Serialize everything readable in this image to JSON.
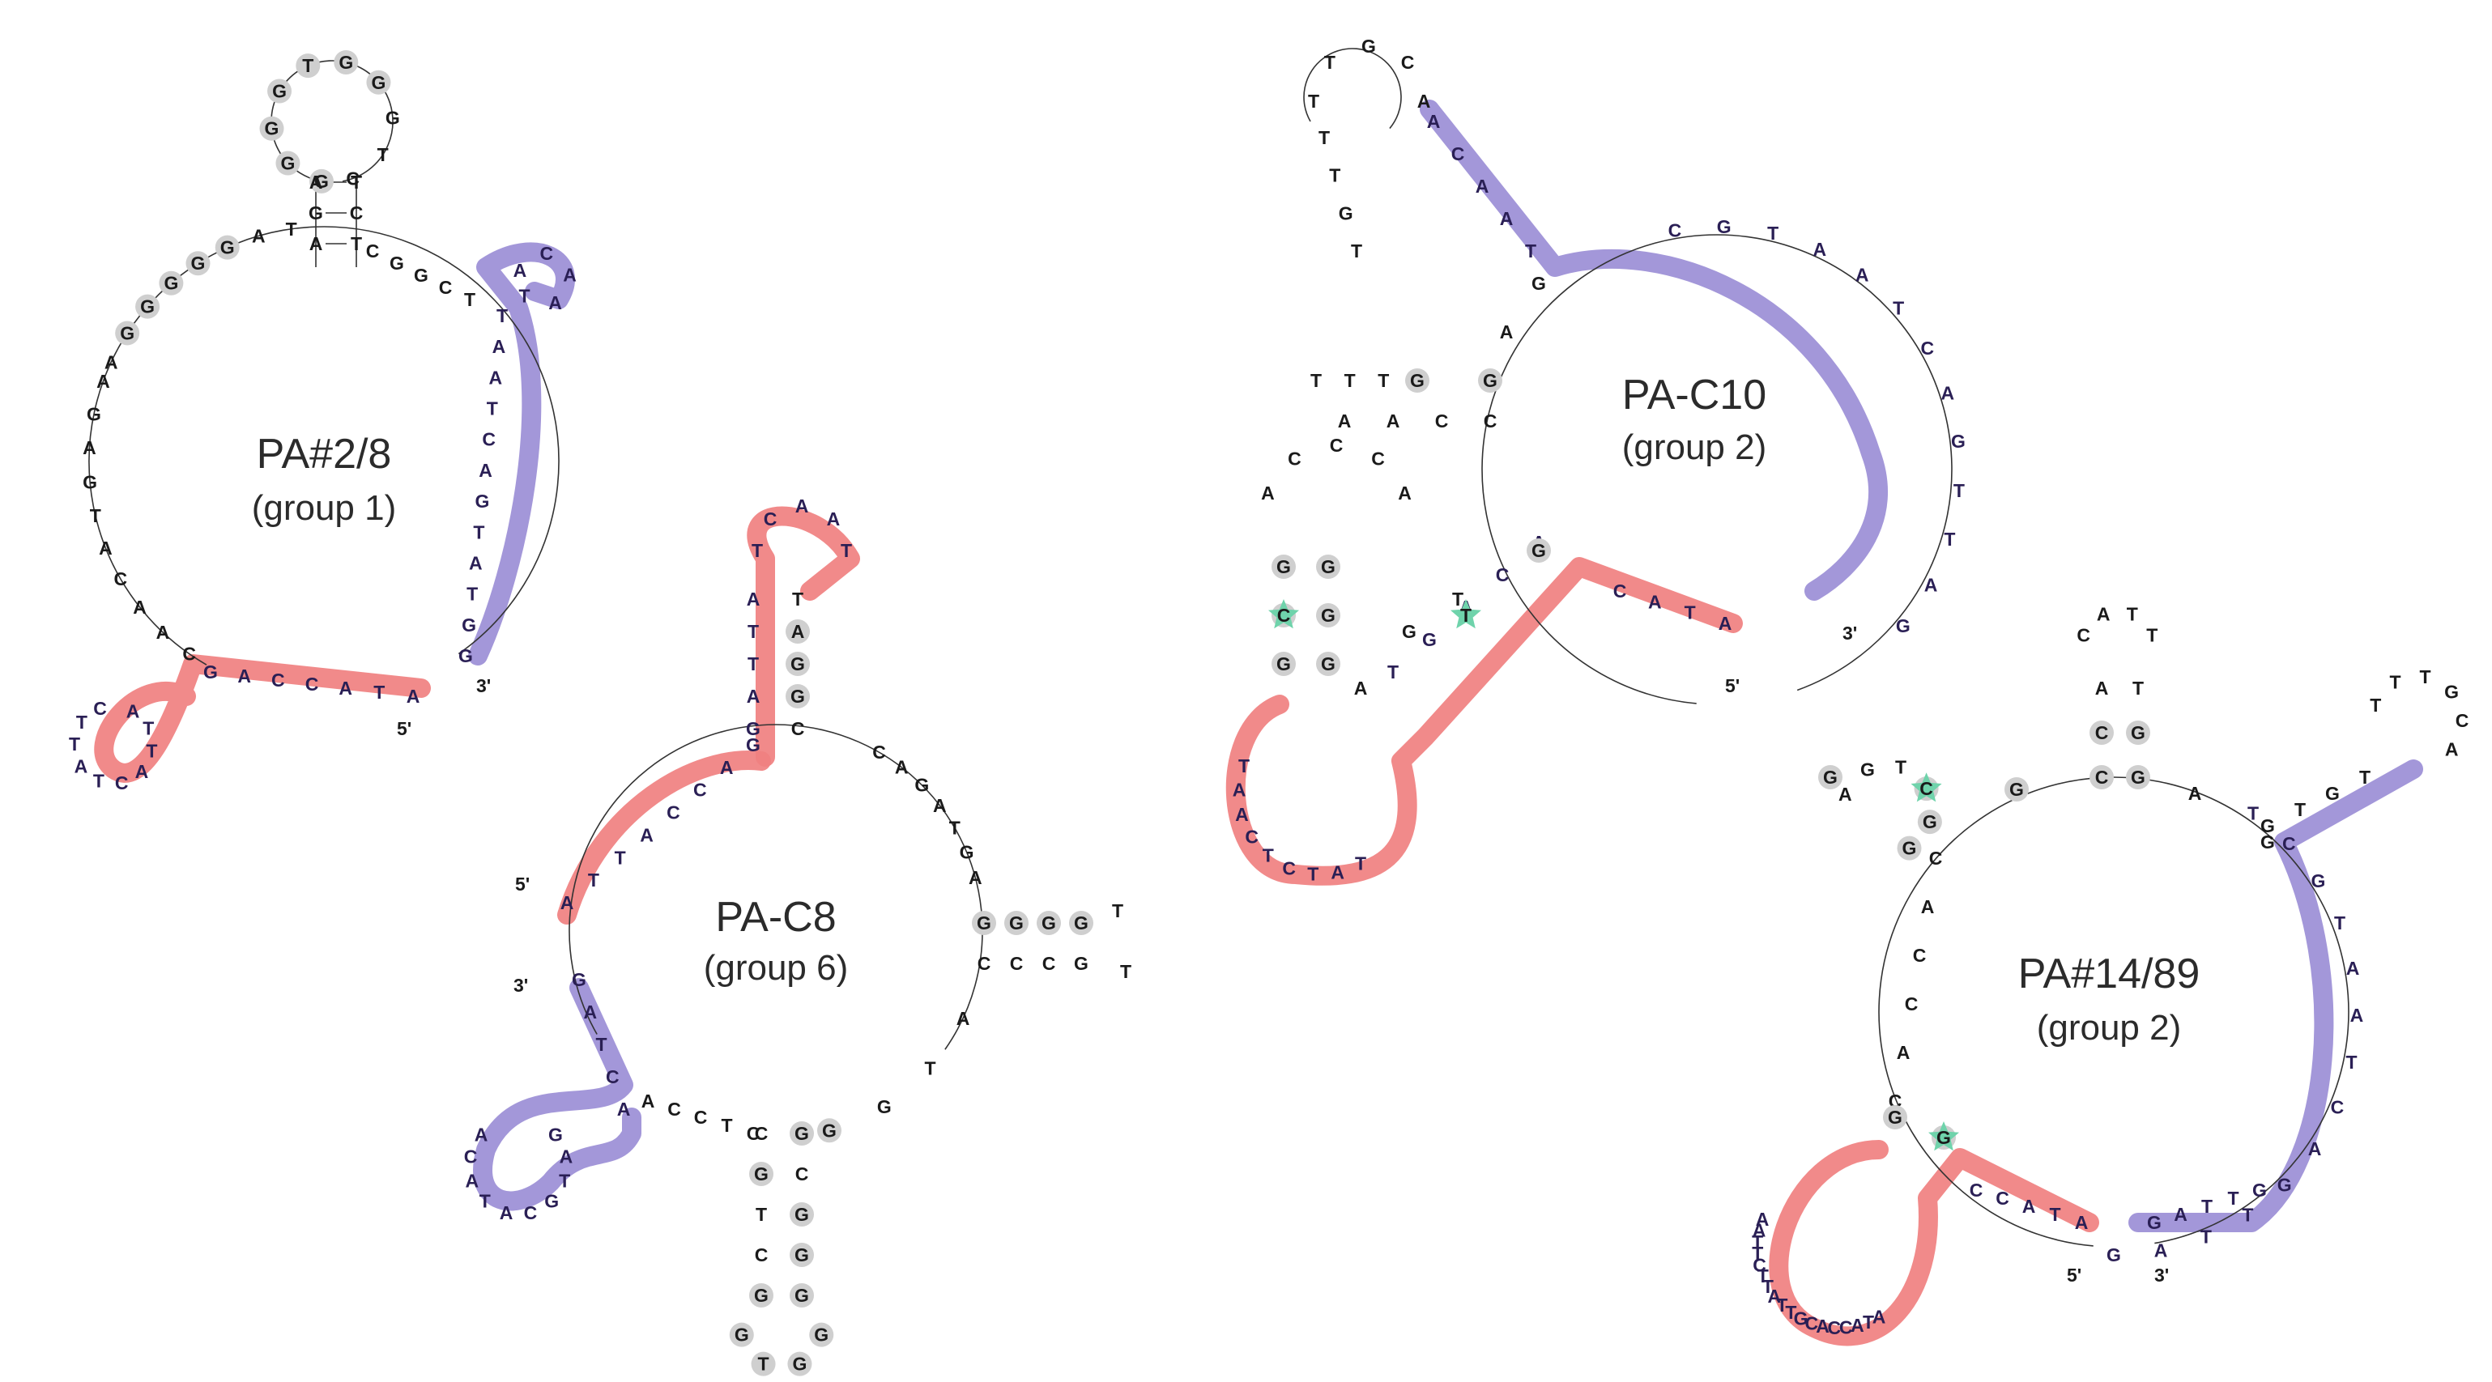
{
  "colors": {
    "red_band": "#f08080",
    "purple_band": "#9b8ed6",
    "gray_nt": "#cfcfcf",
    "green_star": "#6fd3ab",
    "line": "#333333"
  },
  "structures": [
    {
      "name": "PA#2/8",
      "group": "(group 1)",
      "ends": {
        "five": "5'",
        "three": "3'"
      },
      "loop": [
        "A",
        "G",
        "T",
        "A",
        "C",
        "A",
        "A",
        "C",
        "G",
        "A",
        "C",
        "C",
        "A",
        "T",
        "A",
        "G",
        "A",
        "T",
        "C",
        "A",
        "G",
        "A",
        "C",
        "T",
        "A",
        "C",
        "G",
        "G",
        "C",
        "T",
        "A",
        "G",
        "G",
        "A",
        "T"
      ],
      "hairpin_top": [
        "G",
        "G",
        "G",
        "G",
        "T",
        "G",
        "G",
        "G",
        "T",
        "C"
      ],
      "stem_pairs": [
        [
          "A",
          "T"
        ],
        [
          "G",
          "C"
        ],
        [
          "A",
          "T"
        ]
      ],
      "red_loop": [
        "A",
        "T",
        "T",
        "A",
        "C",
        "T",
        "A",
        "T",
        "T",
        "C"
      ],
      "purple_loop": [
        "A",
        "C",
        "A",
        "A",
        "T"
      ]
    },
    {
      "name": "PA-C8",
      "group": "(group 6)",
      "ends": {
        "five": "5'",
        "three": "3'"
      },
      "top_hairpin": [
        "T",
        "C",
        "A",
        "A",
        "T",
        "T",
        "A",
        "G",
        "G",
        "G"
      ],
      "strand_5": [
        "A",
        "T",
        "T",
        "A",
        "C",
        "C",
        "A",
        "G"
      ],
      "arc": [
        "C",
        "C",
        "A",
        "G",
        "A",
        "T",
        "G",
        "A",
        "G",
        "G",
        "G",
        "T",
        "C",
        "C",
        "C",
        "G",
        "T",
        "A",
        "T",
        "G",
        "G",
        "C",
        "T",
        "C",
        "C",
        "A"
      ],
      "right_hairpin": [
        "G",
        "G",
        "G",
        "T",
        "G",
        "T",
        "C",
        "C",
        "C"
      ],
      "bottom_hairpin": [
        "C",
        "G",
        "G",
        "C",
        "T",
        "G",
        "C",
        "G",
        "G",
        "T",
        "G"
      ],
      "purple_arm": [
        "G",
        "A",
        "T",
        "C",
        "A",
        "G",
        "A",
        "T",
        "G",
        "C",
        "A",
        "T",
        "A",
        "C",
        "A"
      ]
    },
    {
      "name": "PA-C10",
      "group": "(group 2)",
      "ends": {
        "five": "5'",
        "three": "3'"
      },
      "top_hairpin": [
        "T",
        "T",
        "G",
        "C",
        "T",
        "T",
        "T",
        "G",
        "T",
        "G",
        "A",
        "C",
        "A",
        "T"
      ],
      "purple_arc": [
        "C",
        "G",
        "T",
        "A",
        "A",
        "T",
        "C",
        "A",
        "G",
        "T",
        "T",
        "A",
        "G"
      ],
      "left_cluster": [
        "T",
        "T",
        "T",
        "G",
        "G",
        "A",
        "C",
        "C",
        "A",
        "A",
        "C",
        "C",
        "C",
        "A",
        "G",
        "C",
        "G",
        "G",
        "G",
        "G",
        "G",
        "A",
        "G"
      ],
      "red_loop": [
        "T",
        "A",
        "A",
        "C",
        "T",
        "C",
        "T",
        "A",
        "T"
      ],
      "red_arm": [
        "T",
        "G",
        "A",
        "C",
        "A",
        "T",
        "A",
        "C",
        "A",
        "T",
        "A"
      ],
      "misc": [
        "A",
        "G",
        "T",
        "G"
      ]
    },
    {
      "name": "PA#14/89",
      "group": "(group 2)",
      "ends": {
        "five": "5'",
        "three": "3'"
      },
      "top_hairpin": [
        "C",
        "A",
        "T",
        "T",
        "A",
        "T",
        "C",
        "C",
        "G",
        "G",
        "T",
        "G",
        "G"
      ],
      "right_arm": [
        "T",
        "T",
        "T",
        "G",
        "C",
        "A",
        "T",
        "G",
        "A",
        "T",
        "A",
        "C",
        "G",
        "T",
        "A",
        "A"
      ],
      "left_side": [
        "A",
        "G",
        "T",
        "G",
        "C",
        "G",
        "C",
        "C",
        "A",
        "C",
        "C",
        "A",
        "C",
        "G",
        "G"
      ],
      "purple_arc": [
        "T",
        "C",
        "G",
        "T",
        "A",
        "A",
        "T",
        "C",
        "A",
        "G",
        "T",
        "T",
        "A",
        "G"
      ],
      "red_loop": [
        "A",
        "A",
        "T",
        "T",
        "C",
        "T",
        "T",
        "A",
        "T",
        "T",
        "G",
        "C",
        "A",
        "C",
        "C",
        "A",
        "T",
        "A"
      ],
      "misc": [
        "A",
        "G",
        "G",
        "G"
      ]
    }
  ]
}
